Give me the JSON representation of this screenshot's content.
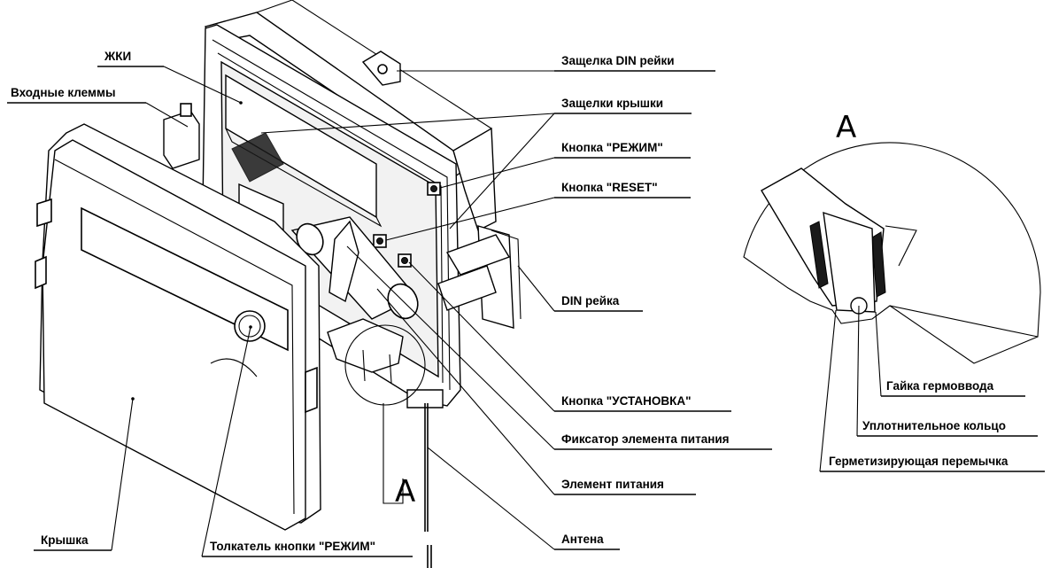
{
  "labels": {
    "lcd": "ЖКИ",
    "input_terminals": "Входные клеммы",
    "din_latch": "Защелка DIN рейки",
    "cover_latches": "Защелки крышки",
    "mode_button": "Кнопка \"РЕЖИМ\"",
    "reset_button": "Кнопка \"RESET\"",
    "din_rail": "DIN рейка",
    "setup_button": "Кнопка \"УСТАНОВКА\"",
    "battery_clamp": "Фиксатор элемента питания",
    "battery": "Элемент питания",
    "antenna": "Антена",
    "cover": "Крышка",
    "mode_pusher": "Толкатель кнопки \"РЕЖИМ\"",
    "gland_nut": "Гайка гермоввода",
    "seal_ring": "Уплотнительное кольцо",
    "sealing_jumper": "Герметизирующая перемычка",
    "detail_mark": "A",
    "detail_title": "A"
  }
}
